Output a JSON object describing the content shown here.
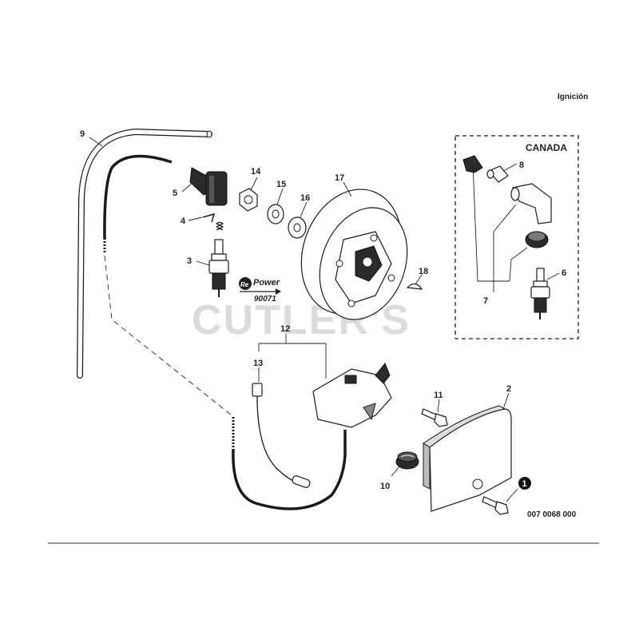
{
  "header": {
    "section_label": "Ignición"
  },
  "watermark": {
    "text": "CUTLER'S"
  },
  "canada_box": {
    "title": "CANADA"
  },
  "logo": {
    "brand_prefix": "Re",
    "brand_main": "Power",
    "number": "90071"
  },
  "reference": {
    "number": "007 0068 000",
    "note_marker": "1"
  },
  "callouts": {
    "c1": "1",
    "c2": "2",
    "c3": "3",
    "c4": "4",
    "c5": "5",
    "c6": "6",
    "c7": "7",
    "c8": "8",
    "c9": "9",
    "c10": "10",
    "c11": "11",
    "c12": "12",
    "c13": "13",
    "c14": "14",
    "c15": "15",
    "c16": "16",
    "c17": "17",
    "c18": "18"
  }
}
